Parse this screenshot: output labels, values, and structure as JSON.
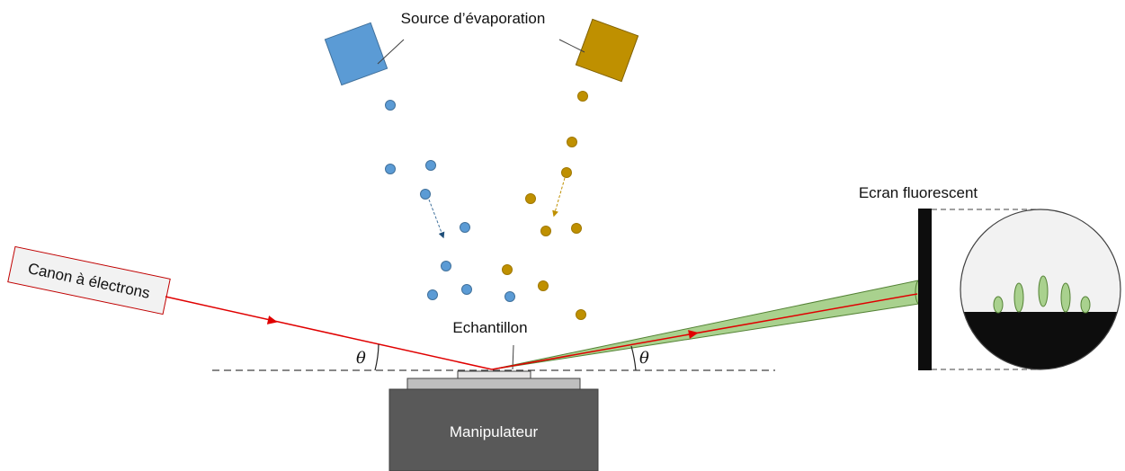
{
  "labels": {
    "source": "Source d’évaporation",
    "gun": "Canon à électrons",
    "sample": "Echantillon",
    "manipulator": "Manipulateur",
    "screen": "Ecran fluorescent",
    "angle_left": "θ",
    "angle_right": "θ"
  },
  "colors": {
    "blue": "#5b9bd5",
    "blue_dark": "#41719c",
    "gold": "#bf9000",
    "gold_dark": "#7f6000",
    "beam": "#e00000",
    "diffracted": "#a9d18e",
    "diffracted_edge": "#548235",
    "manipulator": "#595959",
    "stage": "#bfbfbf",
    "screen_bg": "#f2f2f2",
    "shadow": "#0d0d0d",
    "label_box_border": "#c00000",
    "label_box_fill": "#f2f2f2"
  }
}
